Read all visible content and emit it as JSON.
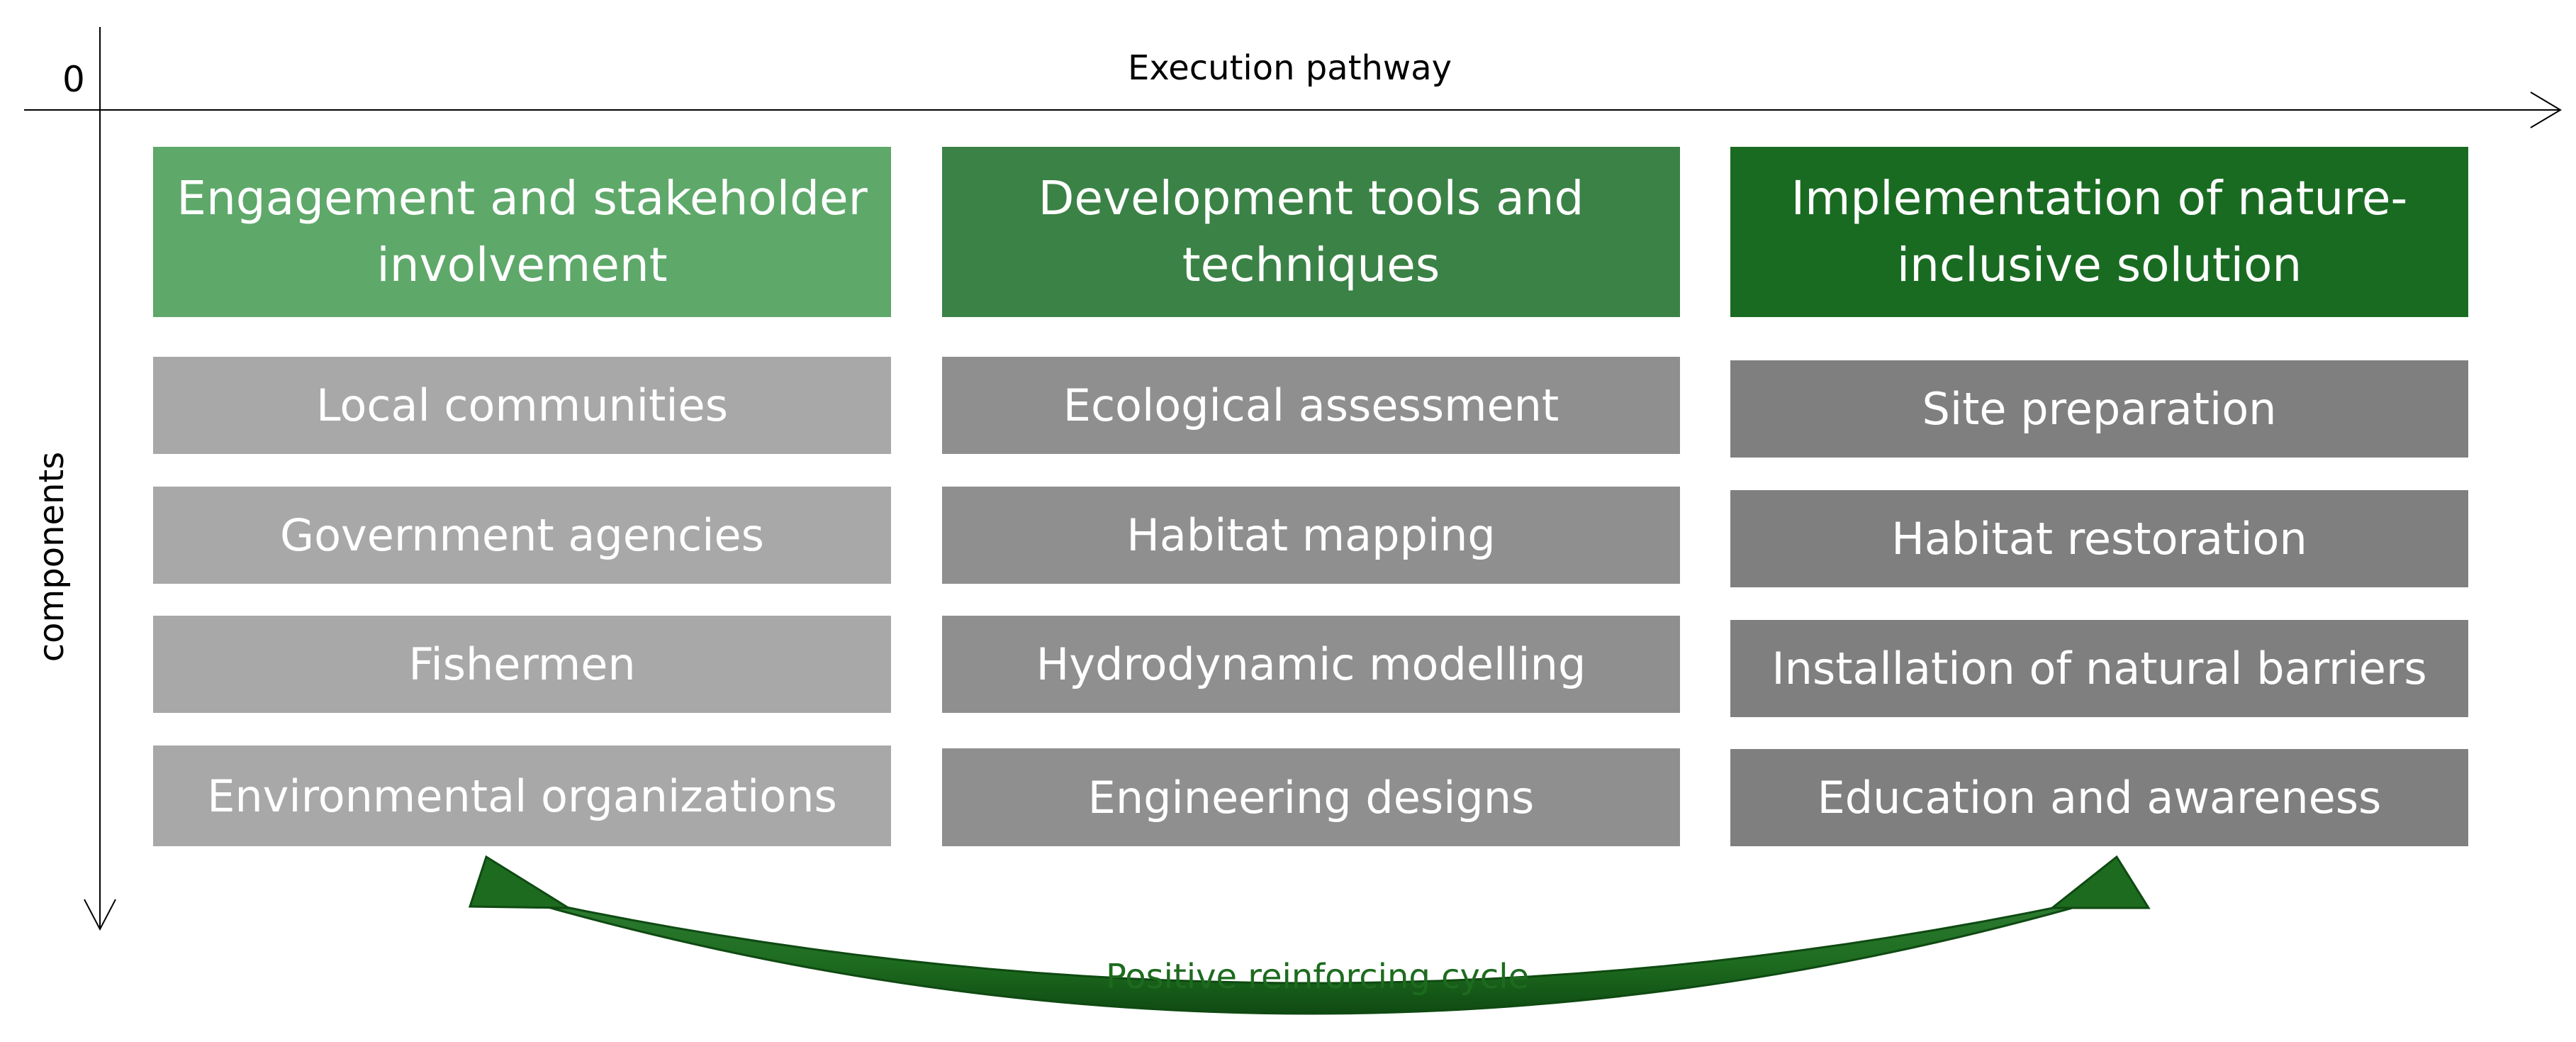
{
  "axes": {
    "origin": "0",
    "x_label": "Execution pathway",
    "y_label": "components"
  },
  "columns": [
    {
      "header": "Engagement and stakeholder involvement",
      "header_color": "#5ea86a",
      "item_color": "#a8a8a8",
      "items": [
        "Local communities",
        "Government agencies",
        "Fishermen",
        "Environmental organizations"
      ]
    },
    {
      "header": "Development tools and techniques",
      "header_color": "#3b8246",
      "item_color": "#8f8f8f",
      "items": [
        "Ecological assessment",
        "Habitat mapping",
        "Hydrodynamic modelling",
        "Engineering designs"
      ]
    },
    {
      "header": "Implementation of nature-inclusive solution",
      "header_color": "#1a6b22",
      "item_color": "#7f7f7f",
      "items": [
        "Site preparation",
        "Habitat restoration",
        "Installation of natural barriers",
        "Education and awareness"
      ]
    }
  ],
  "cycle": {
    "label": "Positive reinforcing cycle",
    "color": "#1d6b1f"
  }
}
